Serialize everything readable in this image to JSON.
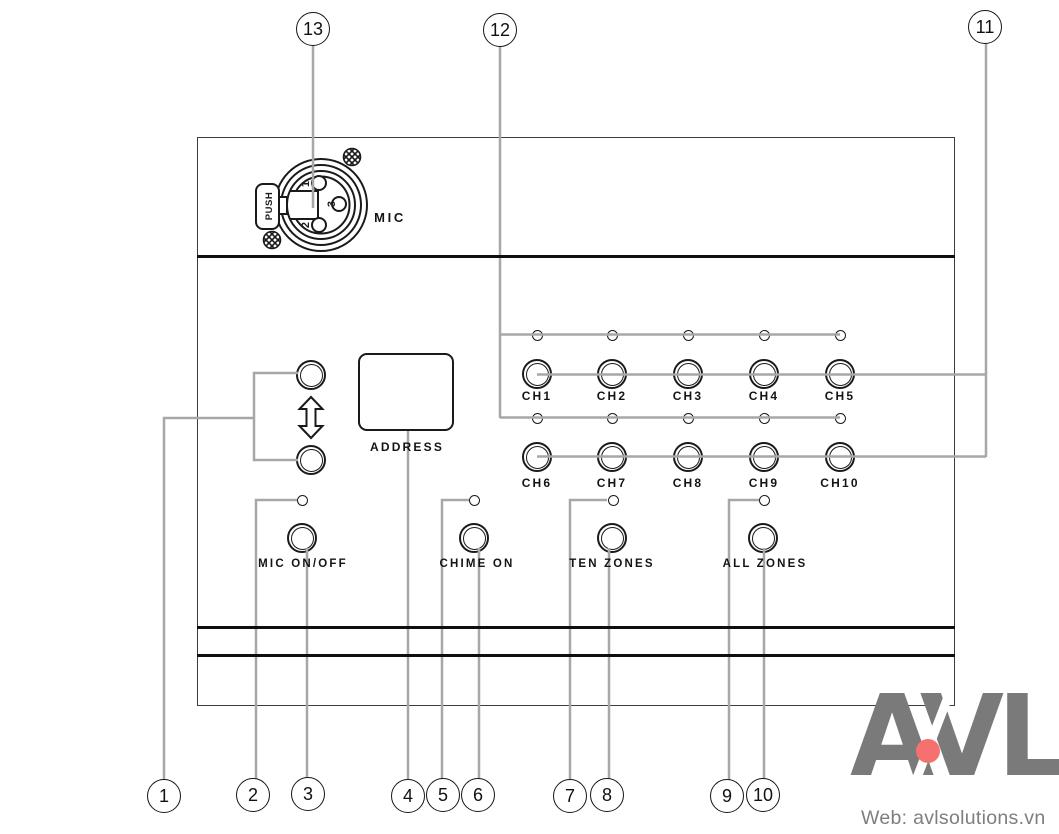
{
  "diagram": {
    "mic_label": "MIC",
    "push_label": "PUSH",
    "pins": {
      "p1": "1",
      "p2": "2",
      "p3": "3"
    },
    "address_label": "ADDRESS",
    "channels": [
      "CH1",
      "CH2",
      "CH3",
      "CH4",
      "CH5",
      "CH6",
      "CH7",
      "CH8",
      "CH9",
      "CH10"
    ],
    "function_buttons": [
      "MIC ON/OFF",
      "CHIME ON",
      "TEN ZONES",
      "ALL ZONES"
    ],
    "callouts": [
      "1",
      "2",
      "3",
      "4",
      "5",
      "6",
      "7",
      "8",
      "9",
      "10",
      "11",
      "12",
      "13"
    ]
  },
  "watermark": {
    "logo_text": "AVL",
    "website": "Web: avlsolutions.vn"
  },
  "colors": {
    "ink": "#1a1a1a",
    "leader_line": "#a7a7a7",
    "logo_gray": "#7a7a7a",
    "logo_red": "#f4716d"
  }
}
